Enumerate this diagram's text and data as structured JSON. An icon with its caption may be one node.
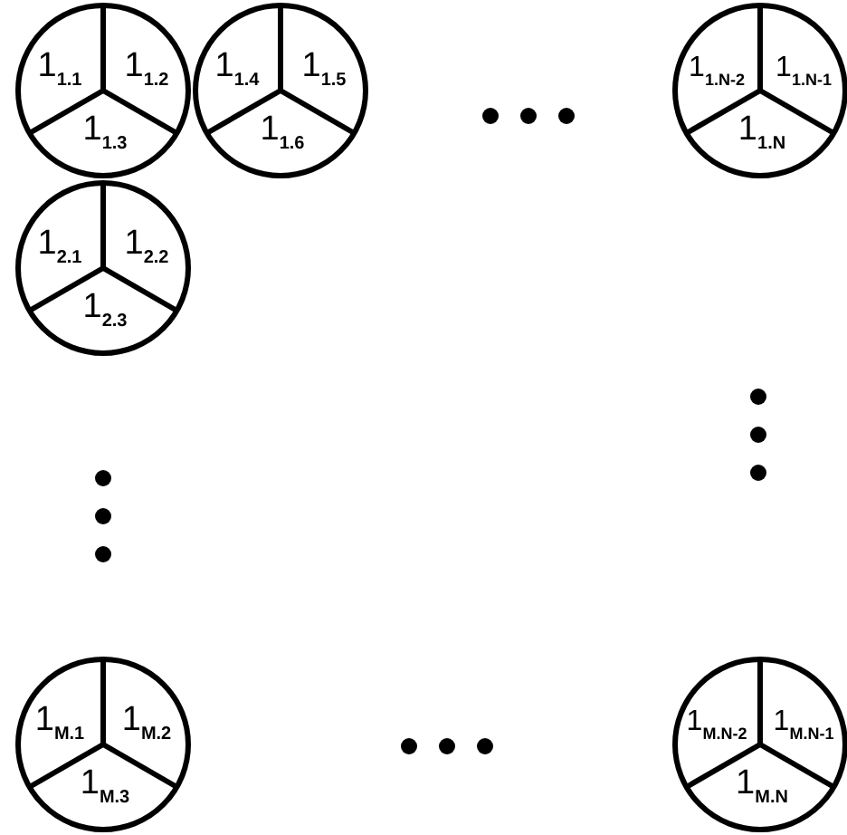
{
  "diagram": {
    "nodes": [
      {
        "text": [
          "1$_{1.1}$",
          "1$_{1.2}$",
          "1$_{1.3}$"
        ]
      },
      {
        "text": [
          "1$_{1.4}$",
          "1$_{1.5}$",
          "1$_{1.6}$"
        ]
      },
      {
        "text": [
          "1$_{1.N-2}$",
          "1$_{1.N-1}$",
          "1$_{1.N}$"
        ]
      },
      {
        "text": [
          "1$_{2.1}$",
          "1$_{2.2}$",
          "1$_{2.3}$"
        ]
      },
      {
        "text": [
          "1$_{M.1}$",
          "1$_{M.2}$",
          "1$_{M.3}$"
        ]
      },
      {
        "text": [
          "1$_{M.N-2}$",
          "1$_{M.N-1}$",
          "1$_{M.N}$"
        ]
      }
    ]
  }
}
